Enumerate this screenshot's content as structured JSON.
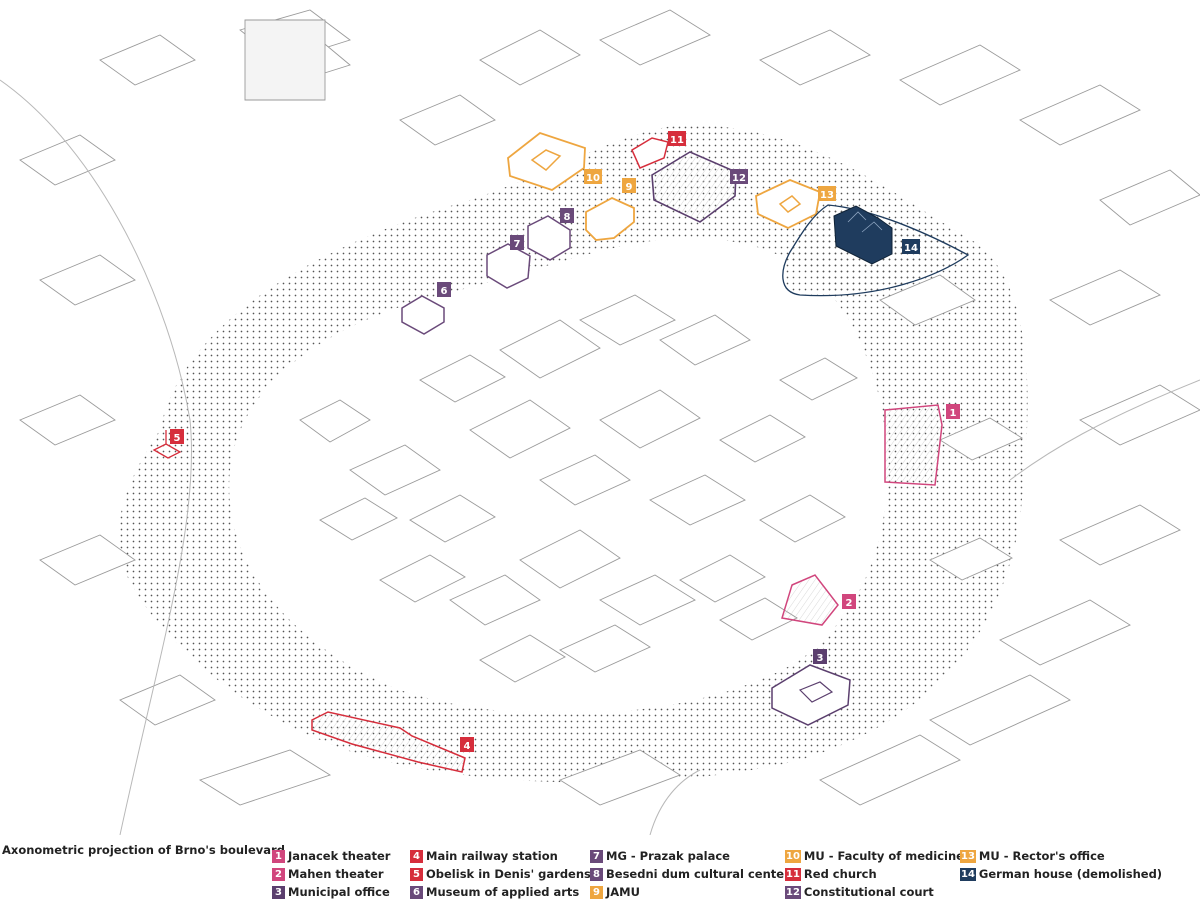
{
  "legend": {
    "title": "Axonometric projection of Brno's boulevard",
    "items": [
      {
        "num": "1",
        "label": "Janacek theater",
        "color": "#d1467d"
      },
      {
        "num": "2",
        "label": "Mahen theater",
        "color": "#d1467d"
      },
      {
        "num": "3",
        "label": "Municipal office",
        "color": "#5b3f6e"
      },
      {
        "num": "4",
        "label": "Main railway station",
        "color": "#d62e3c"
      },
      {
        "num": "5",
        "label": "Obelisk in Denis' gardens",
        "color": "#d62e3c"
      },
      {
        "num": "6",
        "label": "Museum of applied arts",
        "color": "#6a4a7a"
      },
      {
        "num": "7",
        "label": "MG - Prazak palace",
        "color": "#6a4a7a"
      },
      {
        "num": "8",
        "label": "Besedni dum cultural center",
        "color": "#6a4a7a"
      },
      {
        "num": "9",
        "label": "JAMU",
        "color": "#eea640"
      },
      {
        "num": "10",
        "label": "MU - Faculty of medicine",
        "color": "#eea640"
      },
      {
        "num": "11",
        "label": "Red church",
        "color": "#d62e3c"
      },
      {
        "num": "12",
        "label": "Constitutional court",
        "color": "#6a4a7a"
      },
      {
        "num": "13",
        "label": "MU - Rector's office",
        "color": "#eea640"
      },
      {
        "num": "14",
        "label": "German house (demolished)",
        "color": "#1f3c5e"
      }
    ]
  },
  "colors": {
    "boulevard_dots": "#555555",
    "building_stroke": "#9a9a9a",
    "german_house_fill": "#1f3c5e"
  }
}
